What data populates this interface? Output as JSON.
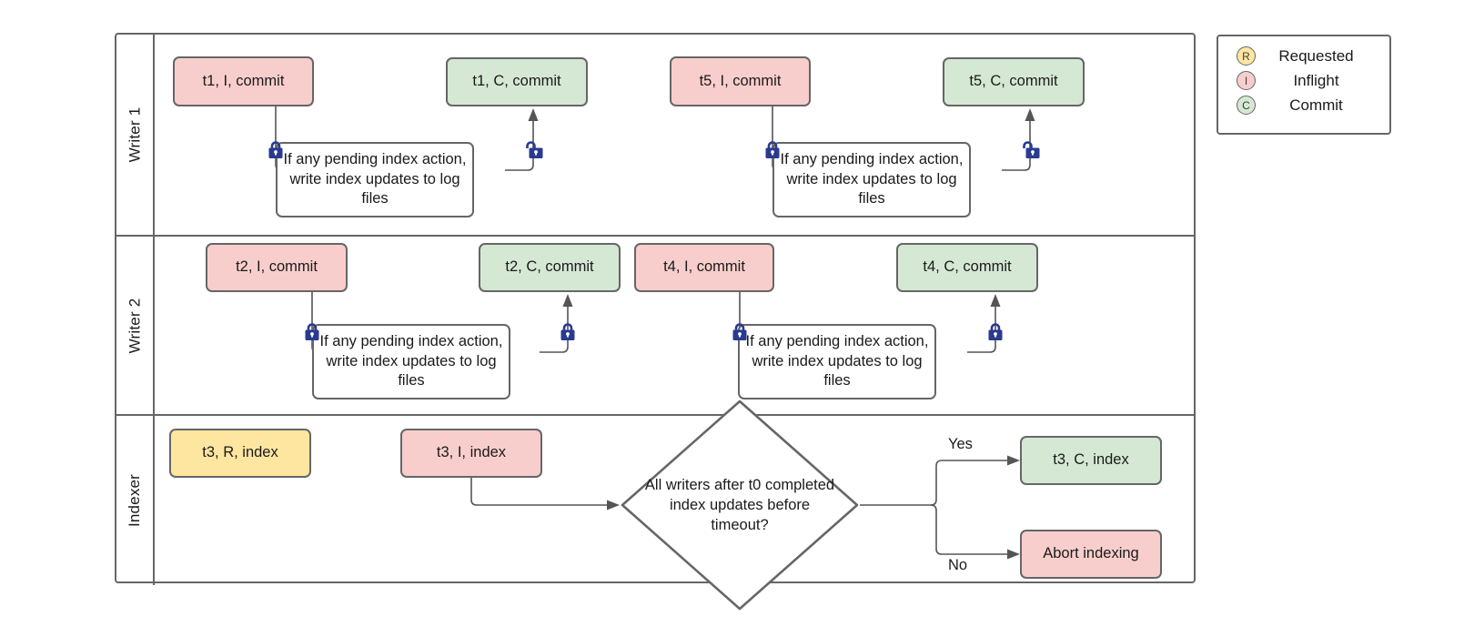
{
  "diagram": {
    "title": "Writer/Indexer swimlane flow",
    "colors": {
      "inflight_pink": "#f8cecc",
      "commit_green": "#d5e8d4",
      "requested_yellow": "#ffe6a0",
      "node_border": "#666666",
      "edge": "#555555",
      "lock": "#2a3a8f"
    }
  },
  "lanes": [
    {
      "id": "writer-1",
      "label": "Writer 1",
      "nodes": [
        {
          "id": "w1-t1-i",
          "text": "t1, I, commit",
          "color": "pink"
        },
        {
          "id": "w1-t1-c",
          "text": "t1, C, commit",
          "color": "green"
        },
        {
          "id": "w1-proc-1",
          "text": "If any pending index action, write index updates to log files",
          "color": "white"
        },
        {
          "id": "w1-t5-i",
          "text": "t5, I, commit",
          "color": "pink"
        },
        {
          "id": "w1-t5-c",
          "text": "t5, C, commit",
          "color": "green"
        },
        {
          "id": "w1-proc-2",
          "text": "If any pending index action, write index updates to log files",
          "color": "white"
        }
      ],
      "locks": [
        {
          "id": "w1-lock-1",
          "state": "locked"
        },
        {
          "id": "w1-lock-2",
          "state": "unlocked"
        },
        {
          "id": "w1-lock-3",
          "state": "locked"
        },
        {
          "id": "w1-lock-4",
          "state": "unlocked"
        }
      ]
    },
    {
      "id": "writer-2",
      "label": "Writer 2",
      "nodes": [
        {
          "id": "w2-t2-i",
          "text": "t2, I, commit",
          "color": "pink"
        },
        {
          "id": "w2-t2-c",
          "text": "t2, C, commit",
          "color": "green"
        },
        {
          "id": "w2-proc-1",
          "text": "If any pending index action, write index updates to log files",
          "color": "white"
        },
        {
          "id": "w2-t4-i",
          "text": "t4, I, commit",
          "color": "pink"
        },
        {
          "id": "w2-t4-c",
          "text": "t4, C, commit",
          "color": "green"
        },
        {
          "id": "w2-proc-2",
          "text": "If any pending index action, write index updates to log files",
          "color": "white"
        }
      ],
      "locks": [
        {
          "id": "w2-lock-1",
          "state": "locked"
        },
        {
          "id": "w2-lock-2",
          "state": "locked"
        },
        {
          "id": "w2-lock-3",
          "state": "locked"
        },
        {
          "id": "w2-lock-4",
          "state": "locked"
        }
      ]
    },
    {
      "id": "indexer",
      "label": "Indexer",
      "nodes": [
        {
          "id": "ix-t3-r",
          "text": "t3, R, index",
          "color": "yellow"
        },
        {
          "id": "ix-t3-i",
          "text": "t3, I, index",
          "color": "pink"
        },
        {
          "id": "ix-decision",
          "text": "All writers after t0 completed index updates before timeout?",
          "color": "white"
        },
        {
          "id": "ix-t3-c",
          "text": "t3, C, index",
          "color": "green"
        },
        {
          "id": "ix-abort",
          "text": "Abort indexing",
          "color": "pink"
        }
      ],
      "edge_labels": {
        "yes": "Yes",
        "no": "No"
      }
    }
  ],
  "legend": {
    "items": [
      {
        "badge": "R",
        "label": "Requested",
        "color": "yellow"
      },
      {
        "badge": "I",
        "label": "Inflight",
        "color": "pink"
      },
      {
        "badge": "C",
        "label": "Commit",
        "color": "green"
      }
    ]
  }
}
